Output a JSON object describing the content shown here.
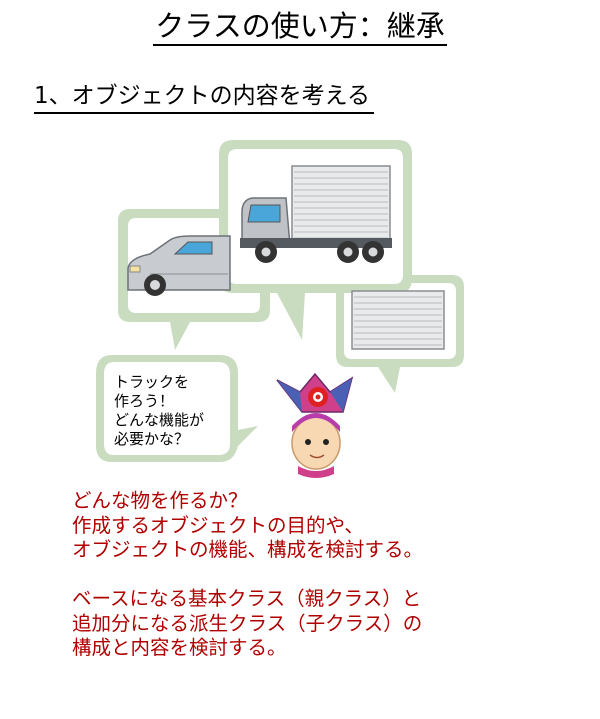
{
  "title": "クラスの使い方：継承",
  "subtitle": "1、オブジェクトの内容を考える",
  "speech_bubble": {
    "lines": [
      "トラックを",
      "作ろう！",
      "どんな機能が",
      "必要かな？"
    ]
  },
  "colors": {
    "bubble_frame": "#c9dcbf",
    "body_text": "#b00000",
    "truck_cab": "#bfc3c8",
    "car_body": "#c8cbd0",
    "window_blue": "#4aa6d9",
    "character_hat_blue": "#4b5fb5",
    "character_hat_pink": "#d0408a",
    "character_hat_magenta": "#b83caa",
    "character_swirl": "#e02020"
  },
  "icons": [
    "car-icon",
    "truck-icon",
    "cargo-box-icon",
    "character-icon"
  ],
  "body": {
    "paragraph1": [
      "どんな物を作るか？",
      "作成するオブジェクトの目的や、",
      "オブジェクトの機能、構成を検討する。"
    ],
    "paragraph2": [
      "ベースになる基本クラス（親クラス）と",
      "追加分になる派生クラス（子クラス）の",
      "構成と内容を検討する。"
    ]
  }
}
